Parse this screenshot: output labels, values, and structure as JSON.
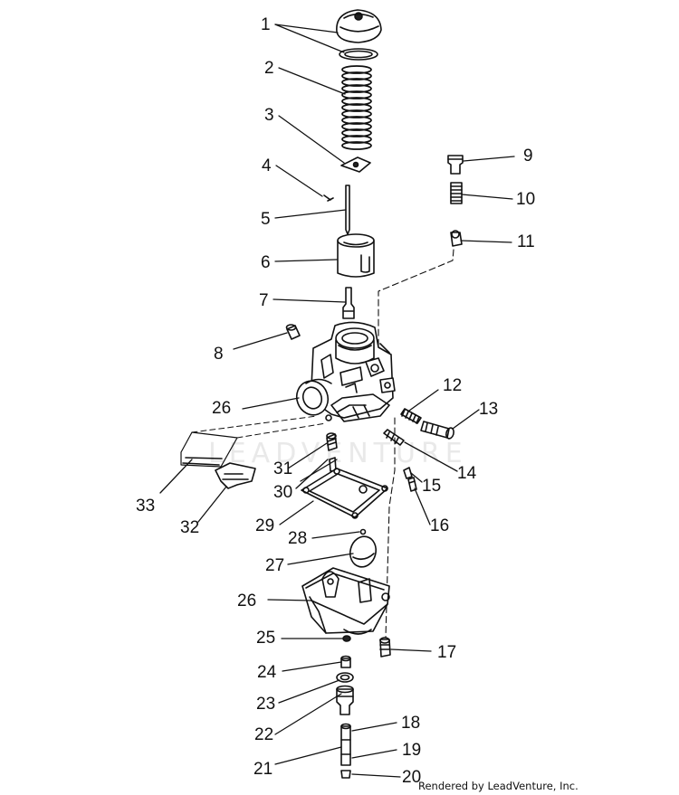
{
  "diagram": {
    "callouts": [
      {
        "id": "1",
        "label": "1"
      },
      {
        "id": "2",
        "label": "2"
      },
      {
        "id": "3",
        "label": "3"
      },
      {
        "id": "4",
        "label": "4"
      },
      {
        "id": "5",
        "label": "5"
      },
      {
        "id": "6",
        "label": "6"
      },
      {
        "id": "7",
        "label": "7"
      },
      {
        "id": "8",
        "label": "8"
      },
      {
        "id": "9",
        "label": "9"
      },
      {
        "id": "10",
        "label": "10"
      },
      {
        "id": "11",
        "label": "11"
      },
      {
        "id": "12",
        "label": "12"
      },
      {
        "id": "13",
        "label": "13"
      },
      {
        "id": "14",
        "label": "14"
      },
      {
        "id": "15",
        "label": "15"
      },
      {
        "id": "16",
        "label": "16"
      },
      {
        "id": "17",
        "label": "17"
      },
      {
        "id": "18",
        "label": "18"
      },
      {
        "id": "19",
        "label": "19"
      },
      {
        "id": "20",
        "label": "20"
      },
      {
        "id": "21",
        "label": "21"
      },
      {
        "id": "22",
        "label": "22"
      },
      {
        "id": "23",
        "label": "23"
      },
      {
        "id": "24",
        "label": "24"
      },
      {
        "id": "25",
        "label": "25"
      },
      {
        "id": "26a",
        "label": "26"
      },
      {
        "id": "26b",
        "label": "26"
      },
      {
        "id": "27",
        "label": "27"
      },
      {
        "id": "28",
        "label": "28"
      },
      {
        "id": "29",
        "label": "29"
      },
      {
        "id": "30",
        "label": "30"
      },
      {
        "id": "31",
        "label": "31"
      },
      {
        "id": "32",
        "label": "32"
      },
      {
        "id": "33",
        "label": "33"
      }
    ],
    "credit": "Rendered by LeadVenture, Inc.",
    "watermark": "LEADVENTURE"
  },
  "colors": {
    "ink": "#111111",
    "paper": "#ffffff",
    "watermark": "#e9e9e9"
  }
}
